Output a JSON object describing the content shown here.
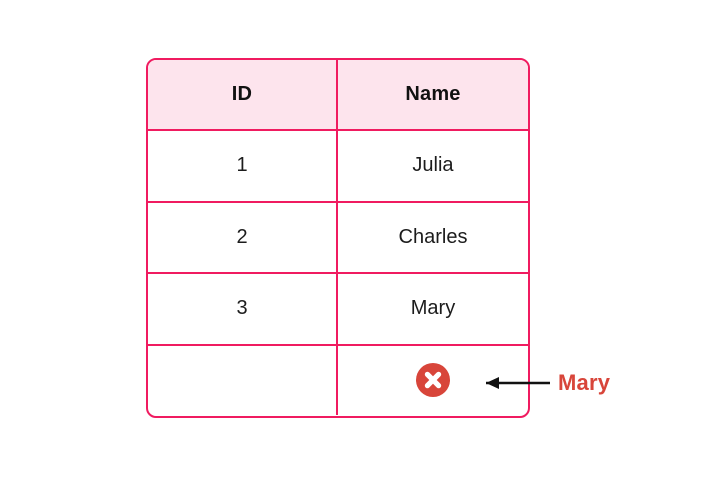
{
  "colors": {
    "grid_pink": "#F01B60",
    "header_fill": "#FDE4ED",
    "error_red": "#D8453A",
    "annotation_text": "#D8453A",
    "arrow_black": "#111111",
    "body_text": "#1c1c1c",
    "canvas": "#FFFFFF"
  },
  "table": {
    "columns": [
      {
        "key": "id",
        "label": "ID"
      },
      {
        "key": "name",
        "label": "Name"
      }
    ],
    "rows": [
      {
        "id": "1",
        "name": "Julia"
      },
      {
        "id": "2",
        "name": "Charles"
      },
      {
        "id": "3",
        "name": "Mary"
      },
      {
        "id": "",
        "name": "",
        "icon": "error-circle-x-icon"
      }
    ]
  },
  "annotation": {
    "label": "Mary",
    "arrow": "left-arrow-icon",
    "points_to": "error-circle-x-icon"
  }
}
